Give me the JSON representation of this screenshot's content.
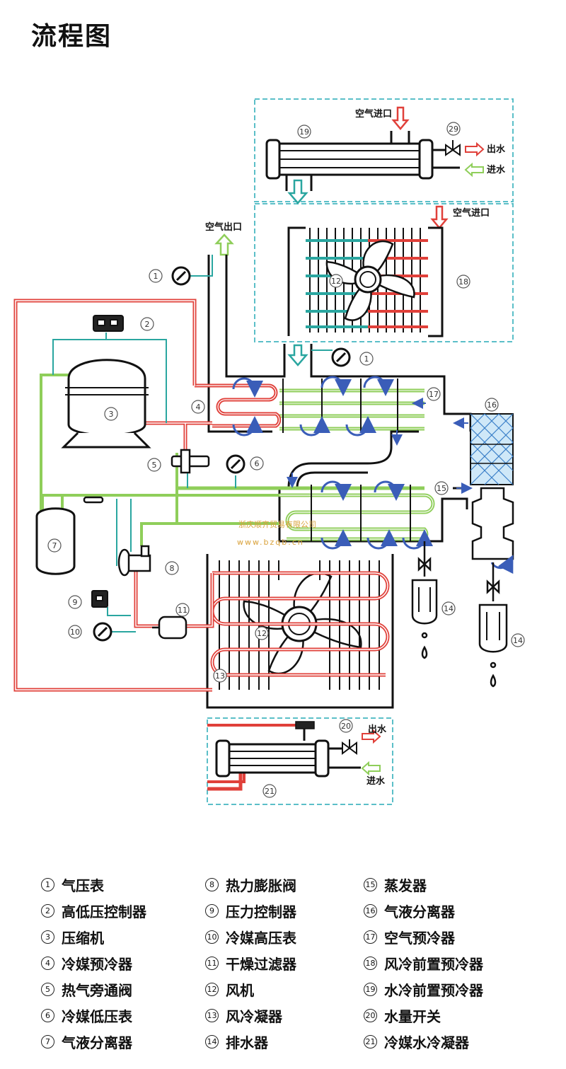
{
  "title": "流程图",
  "labels": {
    "air_in_top": "空气进口",
    "air_in_mid": "空气进口",
    "air_out": "空气出口",
    "water_out_top": "出水",
    "water_in_top": "进水",
    "water_out_bottom": "出水",
    "water_in_bottom": "进水"
  },
  "watermark": {
    "line1": "浙庆顺齐贸易有限公司",
    "line2": "www.bzqb.cn"
  },
  "callouts": {
    "n1a": "1",
    "n1b": "1",
    "n2": "2",
    "n3": "3",
    "n4": "4",
    "n5": "5",
    "n6": "6",
    "n7": "7",
    "n8": "8",
    "n9": "9",
    "n10": "10",
    "n11": "11",
    "n12a": "12",
    "n12b": "12",
    "n13": "13",
    "n14a": "14",
    "n14b": "14",
    "n15": "15",
    "n16": "16",
    "n17": "17",
    "n18": "18",
    "n19": "19",
    "n20": "20",
    "n21": "21",
    "n29": "29"
  },
  "colors": {
    "refrigerant_hot": "#e0403a",
    "refrigerant_cold": "#8fce5a",
    "water": "#2aa6a0",
    "dashed_frame": "#5bbfc8",
    "arrow_blue": "#3a5db8"
  },
  "legend": [
    [
      {
        "num": "1",
        "text": "气压表"
      },
      {
        "num": "2",
        "text": "高低压控制器"
      },
      {
        "num": "3",
        "text": "压缩机"
      },
      {
        "num": "4",
        "text": "冷媒预冷器"
      },
      {
        "num": "5",
        "text": "热气旁通阀"
      },
      {
        "num": "6",
        "text": "冷媒低压表"
      },
      {
        "num": "7",
        "text": "气液分离器"
      }
    ],
    [
      {
        "num": "8",
        "text": "热力膨胀阀"
      },
      {
        "num": "9",
        "text": "压力控制器"
      },
      {
        "num": "10",
        "text": "冷媒高压表"
      },
      {
        "num": "11",
        "text": "干燥过滤器"
      },
      {
        "num": "12",
        "text": "风机"
      },
      {
        "num": "13",
        "text": "风冷凝器"
      },
      {
        "num": "14",
        "text": "排水器"
      }
    ],
    [
      {
        "num": "15",
        "text": "蒸发器"
      },
      {
        "num": "16",
        "text": "气液分离器"
      },
      {
        "num": "17",
        "text": "空气预冷器"
      },
      {
        "num": "18",
        "text": "风冷前置预冷器"
      },
      {
        "num": "19",
        "text": "水冷前置预冷器"
      },
      {
        "num": "20",
        "text": "水量开关"
      },
      {
        "num": "21",
        "text": "冷媒水冷凝器"
      }
    ]
  ]
}
